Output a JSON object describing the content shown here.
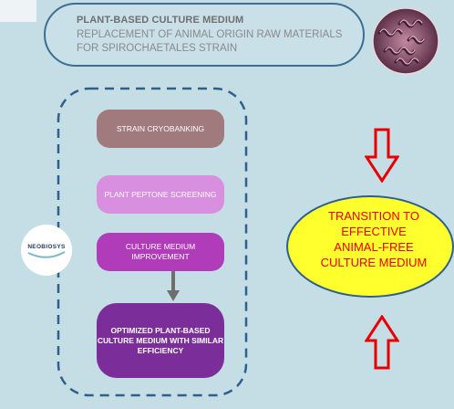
{
  "header": {
    "title": "PLANT-BASED CULTURE MEDIUM",
    "subtitle": "REPLACEMENT OF ANIMAL ORIGIN RAW MATERIALS FOR SPIROCHAETALES STRAIN"
  },
  "logo": {
    "text": "NEOBIOSYS"
  },
  "flow": {
    "steps": [
      "STRAIN CRYOBANKING",
      "PLANT PEPTONE SCREENING",
      "CULTURE MEDIUM IMPROVEMENT",
      "OPTIMIZED PLANT-BASED CULTURE MEDIUM WITH SIMILAR EFFICIENCY"
    ]
  },
  "outcome": {
    "lines": [
      "TRANSITION TO",
      "EFFECTIVE",
      "ANIMAL-FREE",
      "CULTURE MEDIUM"
    ]
  },
  "colors": {
    "background": "#c5dde5",
    "step1": "#a07a7d",
    "step2": "#d98fe0",
    "step3": "#b03cba",
    "step4": "#7b2d99",
    "ellipse_fill": "#ffff2e",
    "outcome_text": "#e60000",
    "arrows": "#e60000"
  },
  "icons": {
    "bacteria": "bacteria-microscope-image",
    "arrow_down": "arrow-down-icon",
    "arrow_up": "arrow-up-icon"
  }
}
